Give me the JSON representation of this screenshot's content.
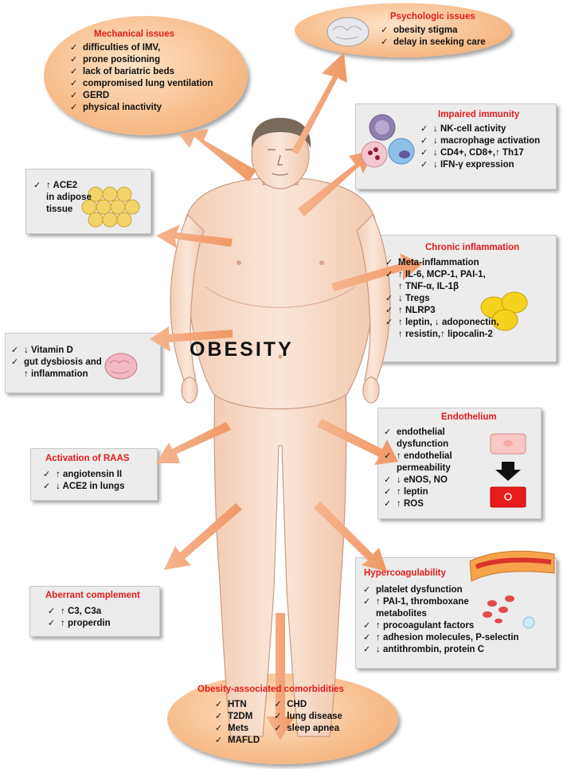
{
  "center_label": "OBESITY",
  "mechanical": {
    "title": "Mechanical issues",
    "items": [
      "difficulties of IMV,",
      "prone positioning",
      "lack of bariatric beds",
      "compromised lung ventilation",
      "GERD",
      "physical inactivity"
    ]
  },
  "psychologic": {
    "title": "Psychologic issues",
    "items": [
      "obesity stigma",
      "delay in seeking care"
    ]
  },
  "immunity": {
    "title": "Impaired immunity",
    "items": [
      "↓ NK-cell activity",
      "↓ macrophage activation",
      "↓ CD4+, CD8+,↑ Th17",
      "↓ IFN-γ expression"
    ]
  },
  "ace2_adipose": {
    "items": [
      "↑ ACE2",
      "in adipose",
      "tissue"
    ]
  },
  "inflammation": {
    "title": "Chronic inflammation",
    "items": [
      "Meta-inflammation",
      "↑ IL-6, MCP-1, PAI-1,",
      "↑ TNF-α, IL-1β",
      "↓ Tregs",
      "↑ NLRP3",
      "↑ leptin, ↓ adoponectin,",
      "↑ resistin,↑ lipocalin-2"
    ]
  },
  "vitamin": {
    "items": [
      "↓ Vitamin D",
      "gut dysbiosis and",
      "↑ inflammation"
    ]
  },
  "raas": {
    "title": "Activation of RAAS",
    "items": [
      "↑ angiotensin II",
      "↓ ACE2 in lungs"
    ]
  },
  "endothelium": {
    "title": "Endothelium",
    "items": [
      "endothelial",
      "dysfunction",
      "↑ endothelial",
      "permeability",
      "↓ eNOS, NO",
      "↑ leptin",
      "↑ ROS"
    ]
  },
  "complement": {
    "title": "Aberrant complement",
    "items": [
      "↑ C3, C3a",
      "↑ properdin"
    ]
  },
  "hypercoag": {
    "title": "Hypercoagulability",
    "items": [
      "platelet dysfunction",
      "↑ PAI-1, thromboxane",
      "metabolites",
      "↑ procoagulant factors",
      "↑ adhesion molecules, P-selectin",
      "↓ antithrombin, protein C"
    ]
  },
  "comorbidities": {
    "title": "Obesity-associated comorbidities",
    "col1": [
      "HTN",
      "T2DM",
      "Mets",
      "MAFLD"
    ],
    "col2": [
      "CHD",
      "lung disease",
      "sleep apnea"
    ]
  },
  "colors": {
    "title_red": "#e31b1b",
    "arrow": "#f3a77c",
    "oval": "#f8c08f",
    "box": "#ececec",
    "skin": "#f8dcc8"
  }
}
